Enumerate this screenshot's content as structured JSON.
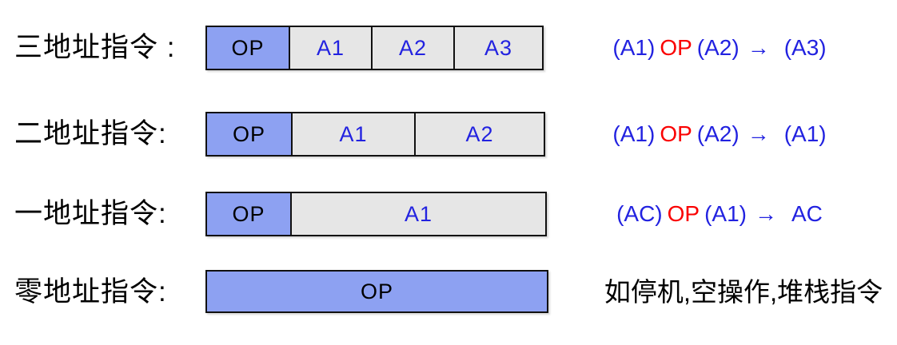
{
  "colors": {
    "op_box_fill": "#8DA1F2",
    "addr_box_fill": "#E6E6E6",
    "box_border": "#111111",
    "formula_blue": "#2222E0",
    "op_red": "#FA0000",
    "label_black": "#000000",
    "background": "#FFFFFF"
  },
  "rows": [
    {
      "label": "三地址指令 :",
      "cells": [
        {
          "text": "OP"
        },
        {
          "text": "A1"
        },
        {
          "text": "A2"
        },
        {
          "text": "A3"
        }
      ],
      "formula": {
        "pre": "(A1)",
        "op": "OP",
        "post": "(A2)",
        "arrow": "→",
        "result": "(A3)"
      }
    },
    {
      "label": "二地址指令:",
      "cells": [
        {
          "text": "OP"
        },
        {
          "text": "A1"
        },
        {
          "text": "A2"
        }
      ],
      "formula": {
        "pre": "(A1)",
        "op": "OP",
        "post": "(A2)",
        "arrow": "→",
        "result": "(A1)"
      }
    },
    {
      "label": "一地址指令:",
      "cells": [
        {
          "text": "OP"
        },
        {
          "text": "A1"
        }
      ],
      "formula": {
        "pre": "(AC)",
        "op": "OP",
        "post": "(A1)",
        "arrow": "→",
        "result": "AC"
      }
    },
    {
      "label": "零地址指令:",
      "cells": [
        {
          "text": "OP"
        }
      ],
      "note": "如停机,空操作,堆栈指令"
    }
  ]
}
